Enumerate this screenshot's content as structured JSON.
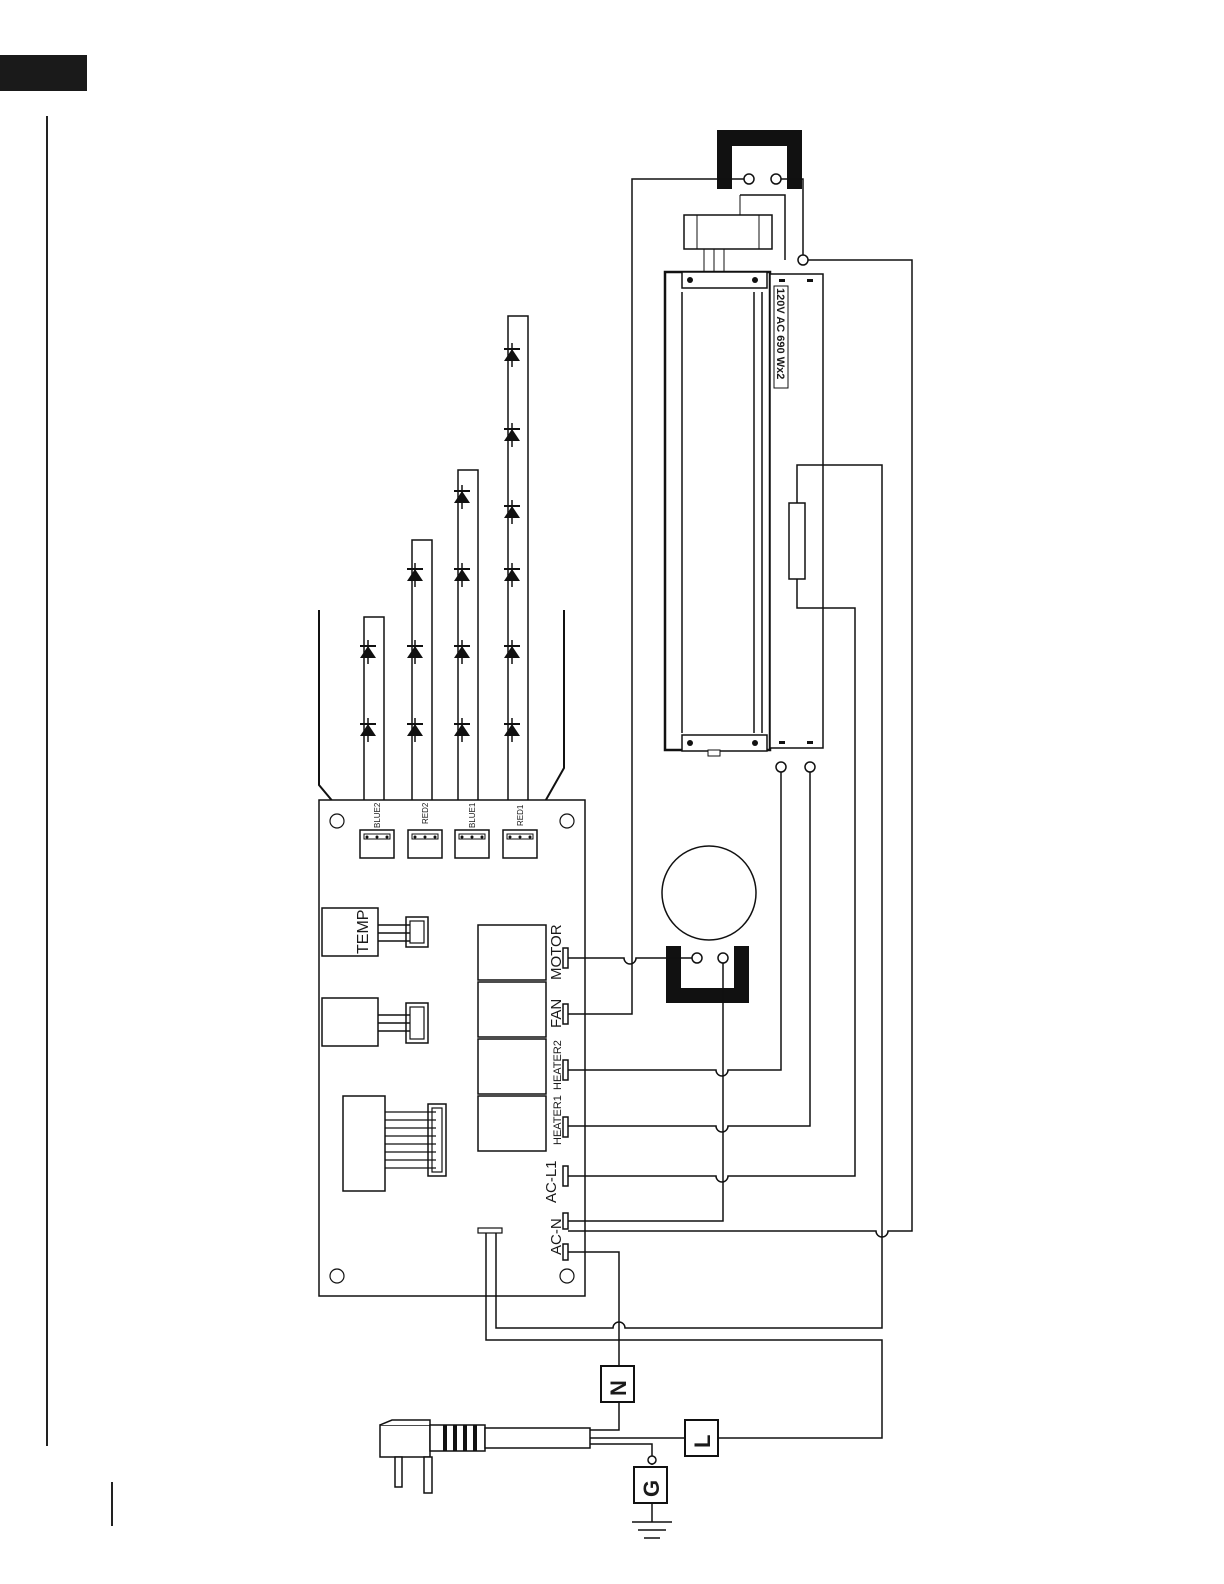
{
  "diagram": {
    "connector_labels": {
      "blue2": "BLUE2",
      "red2": "RED2",
      "blue1": "BLUE1",
      "red1": "RED1"
    },
    "sensor_label": "TEMP",
    "terminal_labels": {
      "motor": "MOTOR",
      "fan": "FAN",
      "heater2": "HEATER2",
      "heater1": "HEATER1",
      "ac_l1": "AC-L1",
      "ac_n": "AC-N"
    },
    "heater_rating": "120V AC 690 Wx2",
    "power_labels": {
      "neutral": "N",
      "line": "L",
      "ground": "G"
    }
  }
}
